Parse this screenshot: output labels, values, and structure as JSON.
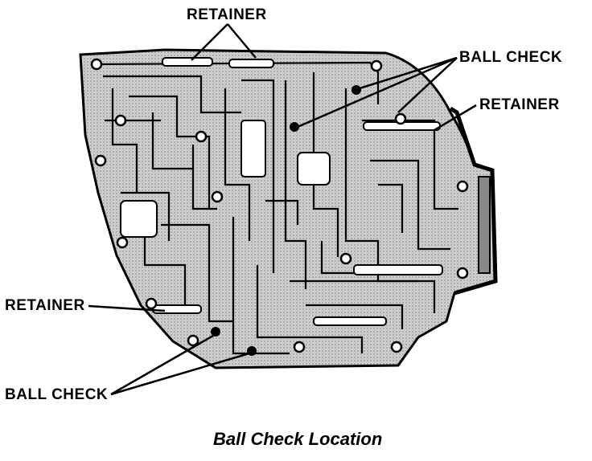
{
  "labels": {
    "retainer_top": "RETAINER",
    "ball_check_top": "BALL CHECK",
    "retainer_right": "RETAINER",
    "retainer_left": "RETAINER",
    "ball_check_bottom": "BALL CHECK"
  },
  "caption": "Ball Check Location",
  "colors": {
    "ink": "#000000",
    "body_fill": "#c4c4c4",
    "background": "#ffffff"
  }
}
